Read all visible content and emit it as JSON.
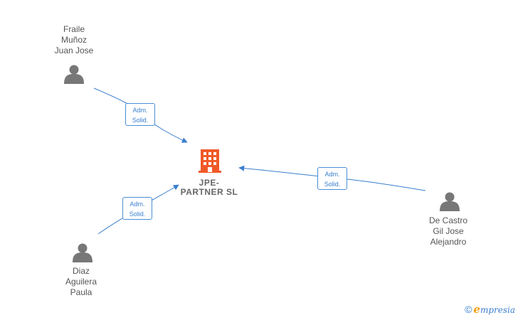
{
  "company": {
    "name_line1": "JPE-",
    "name_line2": "PARTNER SL",
    "icon": "building-icon",
    "color": "#f05a28"
  },
  "persons": [
    {
      "id": "fraile",
      "lines": [
        "Fraile",
        "Muñoz",
        "Juan Jose"
      ],
      "icon": "person-icon"
    },
    {
      "id": "diaz",
      "lines": [
        "Diaz",
        "Aguilera",
        "Paula"
      ],
      "icon": "person-icon"
    },
    {
      "id": "decastro",
      "lines": [
        "De Castro",
        "Gil Jose",
        "Alejandro"
      ],
      "icon": "person-icon"
    }
  ],
  "relations": [
    {
      "from": "fraile",
      "role_line1": "Adm.",
      "role_line2": "Solid."
    },
    {
      "from": "diaz",
      "role_line1": "Adm.",
      "role_line2": "Solid."
    },
    {
      "from": "decastro",
      "role_line1": "Adm.",
      "role_line2": "Solid."
    }
  ],
  "colors": {
    "edge": "#3b7fcf",
    "person_icon": "#777777",
    "text": "#555555"
  },
  "brand": {
    "copyright": "©",
    "name": "mpresia",
    "initial": "e"
  }
}
